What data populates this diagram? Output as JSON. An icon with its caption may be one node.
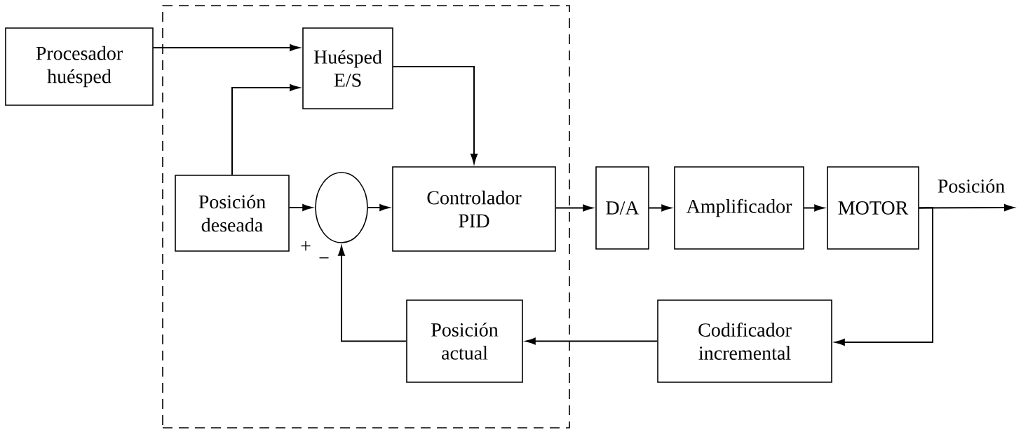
{
  "diagram": {
    "nodes": [
      {
        "text": [],
        "shape": "box"
      },
      {
        "text": [
          "Procesador huésped"
        ]
      },
      {
        "text": [
          "Huésped E/S"
        ],
        "in": 0
      },
      {
        "text": [
          "Posición deseada"
        ],
        "in": 0
      },
      {
        "text": [],
        "shape": "circle",
        "in": 0
      },
      {
        "text": [
          "Controlador PID"
        ],
        "in": 0
      },
      {
        "text": [
          "D/A"
        ]
      },
      {
        "text": [
          "Amplificador"
        ]
      },
      {
        "text": [
          "MOTOR"
        ]
      },
      {
        "text": [
          "Posición actual"
        ],
        "in": 0
      },
      {
        "text": [
          "Codificador incremental"
        ]
      }
    ],
    "edges": [
      {
        "from": 1,
        "to": 2,
        "arrow": "to"
      },
      {
        "from": 3,
        "to": 2,
        "arrow": "to"
      },
      {
        "from": 2,
        "to": 5,
        "arrow": "to"
      },
      {
        "from": 3,
        "to": 4,
        "arrow": "to"
      },
      {
        "from": 4,
        "to": 5,
        "arrow": "to"
      },
      {
        "from": 5,
        "to": 6,
        "arrow": "to"
      },
      {
        "from": 6,
        "to": 7,
        "arrow": "to"
      },
      {
        "from": 7,
        "to": 8,
        "arrow": "to"
      },
      {
        "from": 8,
        "to": null,
        "arrow": "to",
        "label": "Posición"
      },
      {
        "from": 8,
        "to": 10,
        "arrow": "to"
      },
      {
        "from": 10,
        "to": 9,
        "arrow": "to"
      },
      {
        "from": 9,
        "to": 4,
        "arrow": "to"
      }
    ],
    "labels": [
      "+",
      "−"
    ]
  }
}
